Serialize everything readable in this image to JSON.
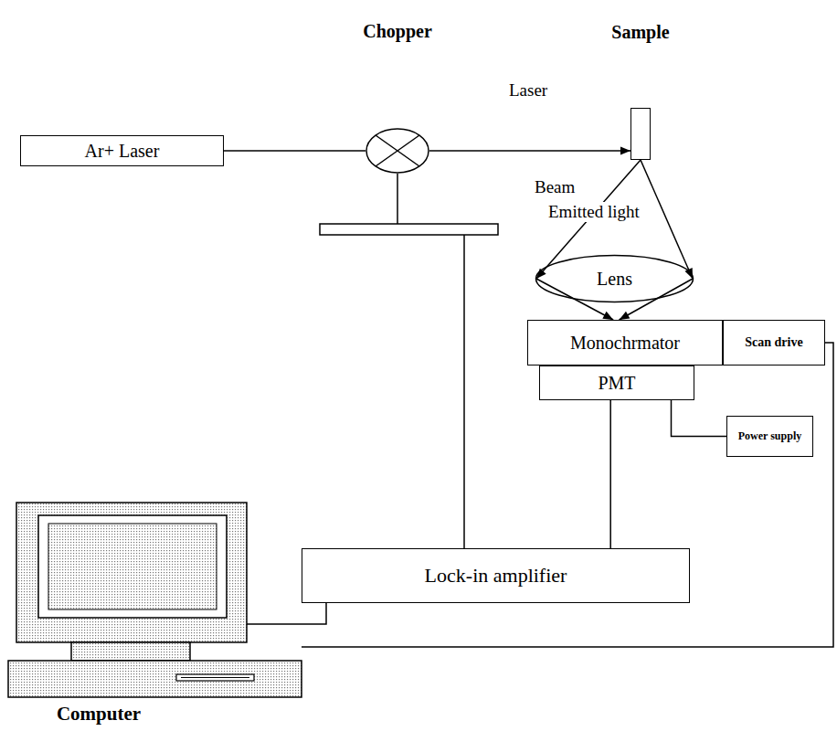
{
  "diagram": {
    "nodes": [
      {
        "text": [
          "Chopper"
        ]
      },
      {
        "text": [
          "Sample"
        ]
      },
      {
        "text": [
          "Ar+ Laser"
        ]
      },
      {
        "text": [
          "Lens"
        ]
      },
      {
        "text": [
          "Monochrmator"
        ]
      },
      {
        "text": [
          "Scan drive"
        ]
      },
      {
        "text": [
          "PMT"
        ]
      },
      {
        "text": [
          "Power supply"
        ]
      },
      {
        "text": [
          "Lock-in amplifier"
        ]
      },
      {
        "text": [
          "Computer"
        ]
      }
    ],
    "edges": [
      {
        "from": 2,
        "to": 0,
        "arrow": "none"
      },
      {
        "from": 0,
        "to": 1,
        "arrow": "to"
      },
      {
        "from": 1,
        "to": 3,
        "arrow": "to"
      },
      {
        "from": 3,
        "to": 4,
        "arrow": "to"
      },
      {
        "from": 6,
        "to": 7,
        "arrow": "none"
      },
      {
        "from": 6,
        "to": 8,
        "arrow": "none"
      },
      {
        "from": 8,
        "to": 9,
        "arrow": "none"
      },
      {
        "from": 5,
        "to": 9,
        "arrow": "none"
      }
    ],
    "labels": [
      "Laser",
      "Beam",
      "Emitted light"
    ]
  }
}
